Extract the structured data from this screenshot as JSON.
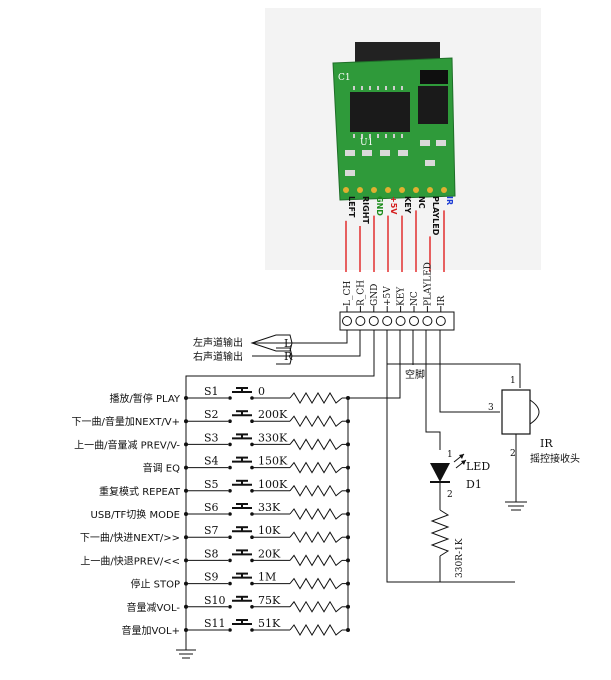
{
  "board": {
    "pins": [
      {
        "label": "LEFT",
        "color": "#111111"
      },
      {
        "label": "RIGHT",
        "color": "#111111"
      },
      {
        "label": "GND",
        "color": "#1c8c1c"
      },
      {
        "label": "+5V",
        "color": "#d41c1c"
      },
      {
        "label": "KEY",
        "color": "#111111"
      },
      {
        "label": "NC",
        "color": "#111111"
      },
      {
        "label": "PLAYLED",
        "color": "#111111"
      },
      {
        "label": "IR",
        "color": "#1c3cd4"
      }
    ],
    "silk_c1": "C1",
    "silk_u1": "U1",
    "wire_color": "#e02020"
  },
  "connector": {
    "pins": [
      "L_CH",
      "R_CH",
      "GND",
      "+5V",
      "KEY",
      "NC",
      "PLAYLED",
      "IR"
    ]
  },
  "audio": {
    "left": {
      "text": "左声道输出",
      "letter": "L"
    },
    "right": {
      "text": "右声道输出",
      "letter": "R"
    }
  },
  "nc_label": "空脚",
  "buttons": [
    {
      "func": "播放/暂停 PLAY",
      "sw": "S1",
      "res": "0"
    },
    {
      "func": "下一曲/音量加NEXT/V+",
      "sw": "S2",
      "res": "200K"
    },
    {
      "func": "上一曲/音量减 PREV/V-",
      "sw": "S3",
      "res": "330K"
    },
    {
      "func": "音调 EQ",
      "sw": "S4",
      "res": "150K"
    },
    {
      "func": "重复模式 REPEAT",
      "sw": "S5",
      "res": "100K"
    },
    {
      "func": "USB/TF切换 MODE",
      "sw": "S6",
      "res": "33K"
    },
    {
      "func": "下一曲/快进NEXT/>>",
      "sw": "S7",
      "res": "10K"
    },
    {
      "func": "上一曲/快退PREV/<<",
      "sw": "S8",
      "res": "20K"
    },
    {
      "func": "停止 STOP",
      "sw": "S9",
      "res": "1M"
    },
    {
      "func": "音量减VOL-",
      "sw": "S10",
      "res": "75K"
    },
    {
      "func": "音量加VOL+",
      "sw": "S11",
      "res": "51K"
    }
  ],
  "led": {
    "name": "LED",
    "ref": "D1",
    "resistor": "330R-1K",
    "pin1": "1",
    "pin2": "2"
  },
  "ir": {
    "name": "IR",
    "desc": "摇控接收头",
    "pin1": "1",
    "pin2": "2",
    "pin3": "3"
  }
}
